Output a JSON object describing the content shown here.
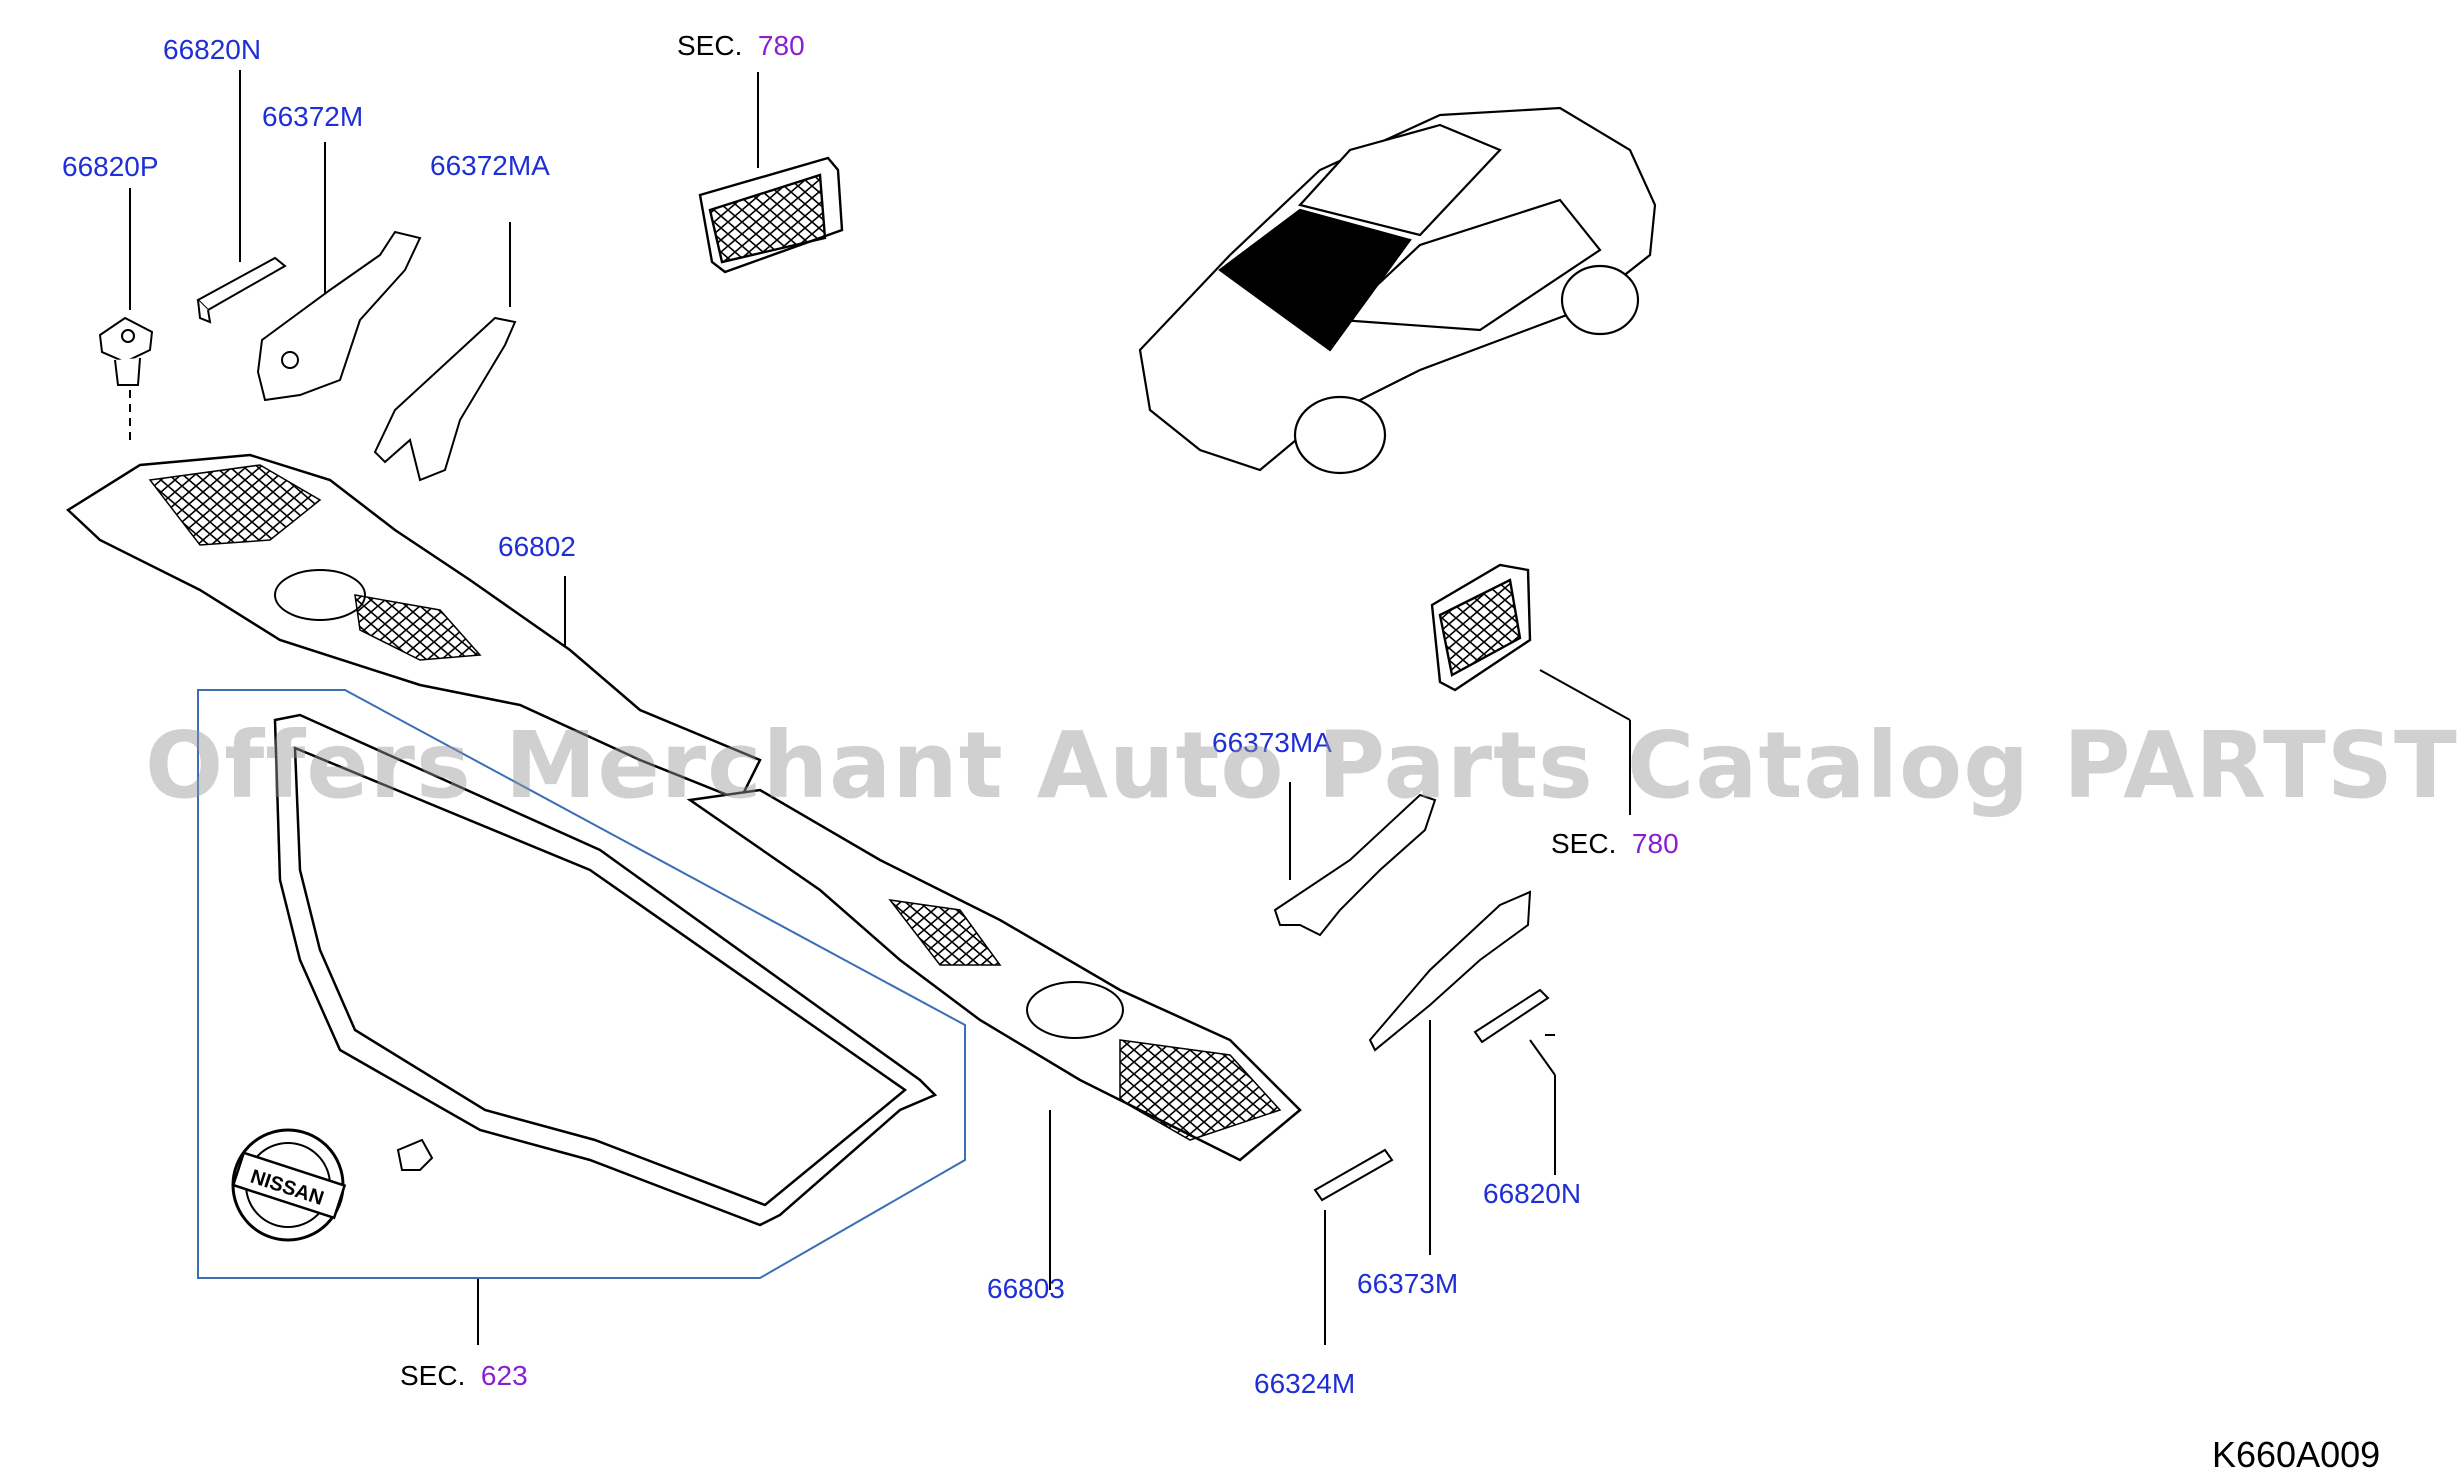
{
  "labels": {
    "p66820N_top": "66820N",
    "p66372M": "66372M",
    "p66820P": "66820P",
    "p66372MA": "66372MA",
    "p66802": "66802",
    "p66373MA": "66373MA",
    "p66803": "66803",
    "p66373M": "66373M",
    "p66820N_bottom": "66820N",
    "p66324M": "66324M"
  },
  "sections": {
    "sec_top": {
      "word": "SEC.",
      "num": "780"
    },
    "sec_right": {
      "word": "SEC.",
      "num": "780"
    },
    "sec_bottom": {
      "word": "SEC.",
      "num": "623"
    }
  },
  "emblem_text": "NISSAN",
  "diagram_code": "K660A009",
  "watermark": "Offers Merchant Auto Parts Catalog PARTSTORE.SA",
  "colors": {
    "label": "#1f2fd6",
    "section_number": "#8a1fd0",
    "line": "#000000",
    "group_outline": "#3a6fb5"
  }
}
